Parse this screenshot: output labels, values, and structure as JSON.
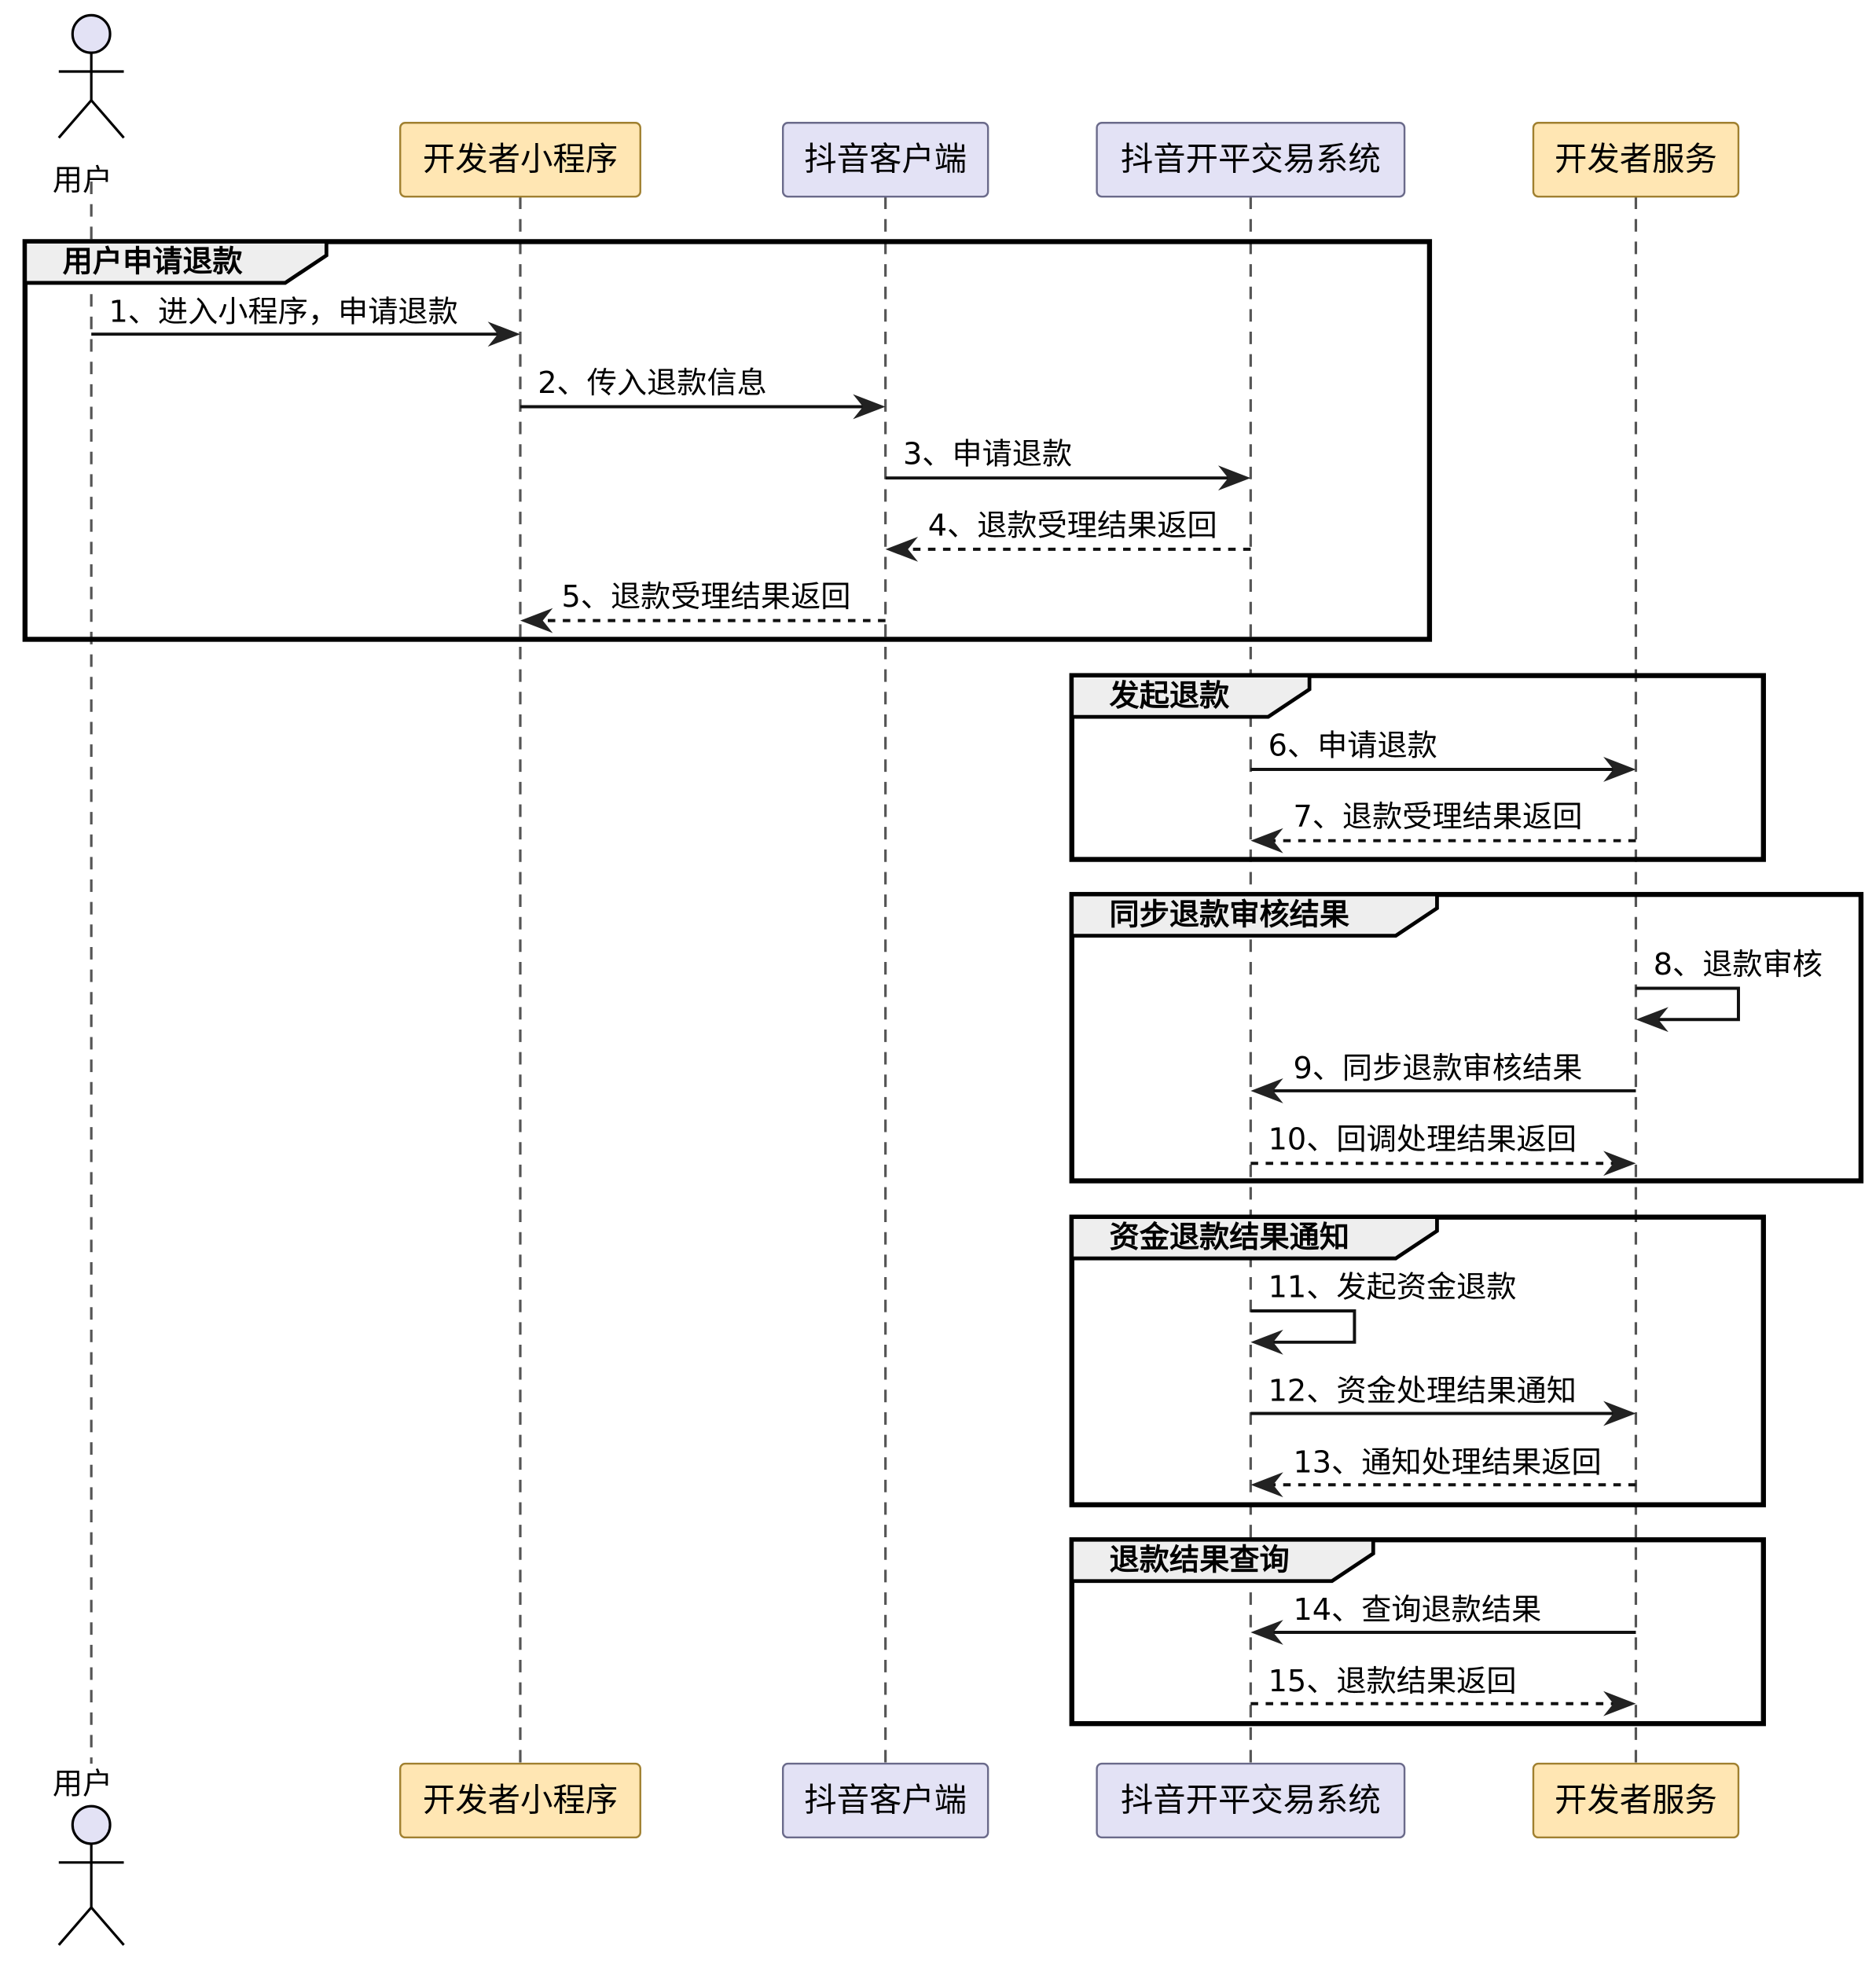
{
  "participants": {
    "user": {
      "label": "用户",
      "kind": "actor"
    },
    "miniapp": {
      "label": "开发者小程序",
      "color": "#FFE6B3"
    },
    "client": {
      "label": "抖音客户端",
      "color": "#E3E2F5"
    },
    "trade": {
      "label": "抖音开平交易系统",
      "color": "#E3E2F5"
    },
    "service": {
      "label": "开发者服务",
      "color": "#FFE6B3"
    }
  },
  "groups": [
    {
      "title": "用户申请退款"
    },
    {
      "title": "发起退款"
    },
    {
      "title": "同步退款审核结果"
    },
    {
      "title": "资金退款结果通知"
    },
    {
      "title": "退款结果查询"
    }
  ],
  "messages": [
    {
      "label": "1、进入小程序，申请退款",
      "from": "user",
      "to": "miniapp",
      "style": "solid"
    },
    {
      "label": "2、传入退款信息",
      "from": "miniapp",
      "to": "client",
      "style": "solid"
    },
    {
      "label": "3、申请退款",
      "from": "client",
      "to": "trade",
      "style": "solid"
    },
    {
      "label": "4、退款受理结果返回",
      "from": "trade",
      "to": "client",
      "style": "dashed"
    },
    {
      "label": "5、退款受理结果返回",
      "from": "client",
      "to": "miniapp",
      "style": "dashed"
    },
    {
      "label": "6、申请退款",
      "from": "trade",
      "to": "service",
      "style": "solid"
    },
    {
      "label": "7、退款受理结果返回",
      "from": "service",
      "to": "trade",
      "style": "dashed"
    },
    {
      "label": "8、退款审核",
      "from": "service",
      "to": "service",
      "style": "self"
    },
    {
      "label": "9、同步退款审核结果",
      "from": "service",
      "to": "trade",
      "style": "solid"
    },
    {
      "label": "10、回调处理结果返回",
      "from": "trade",
      "to": "service",
      "style": "dashed"
    },
    {
      "label": "11、发起资金退款",
      "from": "trade",
      "to": "trade",
      "style": "self"
    },
    {
      "label": "12、资金处理结果通知",
      "from": "trade",
      "to": "service",
      "style": "solid"
    },
    {
      "label": "13、通知处理结果返回",
      "from": "service",
      "to": "trade",
      "style": "dashed"
    },
    {
      "label": "14、查询退款结果",
      "from": "service",
      "to": "trade",
      "style": "solid"
    },
    {
      "label": "15、退款结果返回",
      "from": "trade",
      "to": "service",
      "style": "dashed"
    }
  ]
}
